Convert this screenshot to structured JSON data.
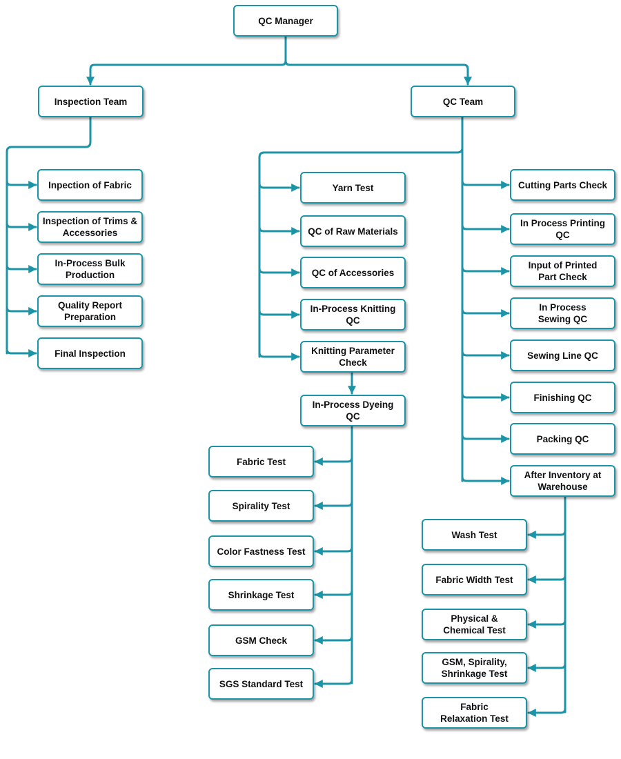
{
  "colors": {
    "connector": "#1c94a8",
    "border": "#1c94a8",
    "text": "#111111"
  },
  "nodes": {
    "qc_manager": "QC Manager",
    "inspection_team": "Inspection Team",
    "qc_team": "QC Team",
    "inspection_of_fabric": "Inpection of Fabric",
    "inspection_of_trims": "Inspection of Trims &\nAccessories",
    "in_process_bulk": "In-Process Bulk\nProduction",
    "quality_report": "Quality Report\nPreparation",
    "final_inspection": "Final Inspection",
    "yarn_test": "Yarn Test",
    "qc_raw_materials": "QC of Raw Materials",
    "qc_accessories": "QC of Accessories",
    "in_process_knitting": "In-Process Knitting\nQC",
    "knitting_parameter": "Knitting Parameter\nCheck",
    "in_process_dyeing": "In-Process Dyeing\nQC",
    "fabric_test": "Fabric Test",
    "spirality_test": "Spirality Test",
    "color_fastness": "Color Fastness Test",
    "shrinkage_test": "Shrinkage Test",
    "gsm_check": "GSM Check",
    "sgs_standard": "SGS Standard Test",
    "cutting_parts": "Cutting Parts Check",
    "in_process_printing": "In Process Printing\nQC",
    "input_printed": "Input of Printed\nPart Check",
    "in_process_sewing": "In Process\nSewing QC",
    "sewing_line": "Sewing Line QC",
    "finishing_qc": "Finishing QC",
    "packing_qc": "Packing QC",
    "after_inventory": "After Inventory at\nWarehouse",
    "wash_test": "Wash Test",
    "fabric_width": "Fabric Width Test",
    "physical_chemical": "Physical &\nChemical Test",
    "gsm_spirality_shrinkage": "GSM, Spirality,\nShrinkage Test",
    "fabric_relaxation": "Fabric\nRelaxation Test"
  }
}
